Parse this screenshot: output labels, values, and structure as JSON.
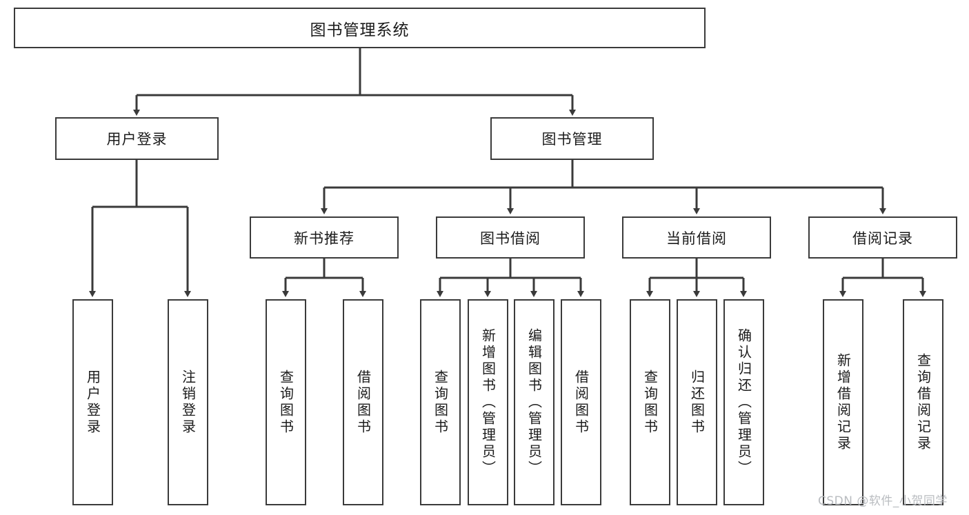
{
  "diagram": {
    "type": "hierarchy-tree",
    "title": "图书管理系统",
    "colors": {
      "box_border": "#3a3a3a",
      "box_fill": "#ffffff",
      "edge": "#3a3a3a",
      "text": "#1b1b1b",
      "watermark": "#b9bcc0"
    },
    "root": {
      "label": "图书管理系统"
    },
    "level2": [
      {
        "id": "user-login",
        "label": "用户登录"
      },
      {
        "id": "book-management",
        "label": "图书管理"
      }
    ],
    "level3": [
      {
        "id": "new-book-recommend",
        "label": "新书推荐",
        "parent": "book-management"
      },
      {
        "id": "book-borrow",
        "label": "图书借阅",
        "parent": "book-management"
      },
      {
        "id": "current-borrow",
        "label": "当前借阅",
        "parent": "book-management"
      },
      {
        "id": "borrow-record",
        "label": "借阅记录",
        "parent": "book-management"
      }
    ],
    "leaves": [
      {
        "id": "leaf-user-login",
        "label": "用户登录",
        "parent": "user-login"
      },
      {
        "id": "leaf-logout-login",
        "label": "注销登录",
        "parent": "user-login"
      },
      {
        "id": "leaf-query-book-1",
        "label": "查询图书",
        "parent": "new-book-recommend"
      },
      {
        "id": "leaf-borrow-book-1",
        "label": "借阅图书",
        "parent": "new-book-recommend"
      },
      {
        "id": "leaf-query-book-2",
        "label": "查询图书",
        "parent": "book-borrow"
      },
      {
        "id": "leaf-add-book",
        "label": "新增图书（管理员）",
        "parent": "book-borrow"
      },
      {
        "id": "leaf-edit-book",
        "label": "编辑图书（管理员）",
        "parent": "book-borrow"
      },
      {
        "id": "leaf-borrow-book-2",
        "label": "借阅图书",
        "parent": "book-borrow"
      },
      {
        "id": "leaf-query-book-3",
        "label": "查询图书",
        "parent": "current-borrow"
      },
      {
        "id": "leaf-return-book",
        "label": "归还图书",
        "parent": "current-borrow"
      },
      {
        "id": "leaf-confirm-return",
        "label": "确认归还（管理员）",
        "parent": "current-borrow"
      },
      {
        "id": "leaf-add-record",
        "label": "新增借阅记录",
        "parent": "borrow-record"
      },
      {
        "id": "leaf-query-record",
        "label": "查询借阅记录",
        "parent": "borrow-record"
      }
    ]
  },
  "watermark": {
    "text": "CSDN @软件_小贺同学"
  }
}
